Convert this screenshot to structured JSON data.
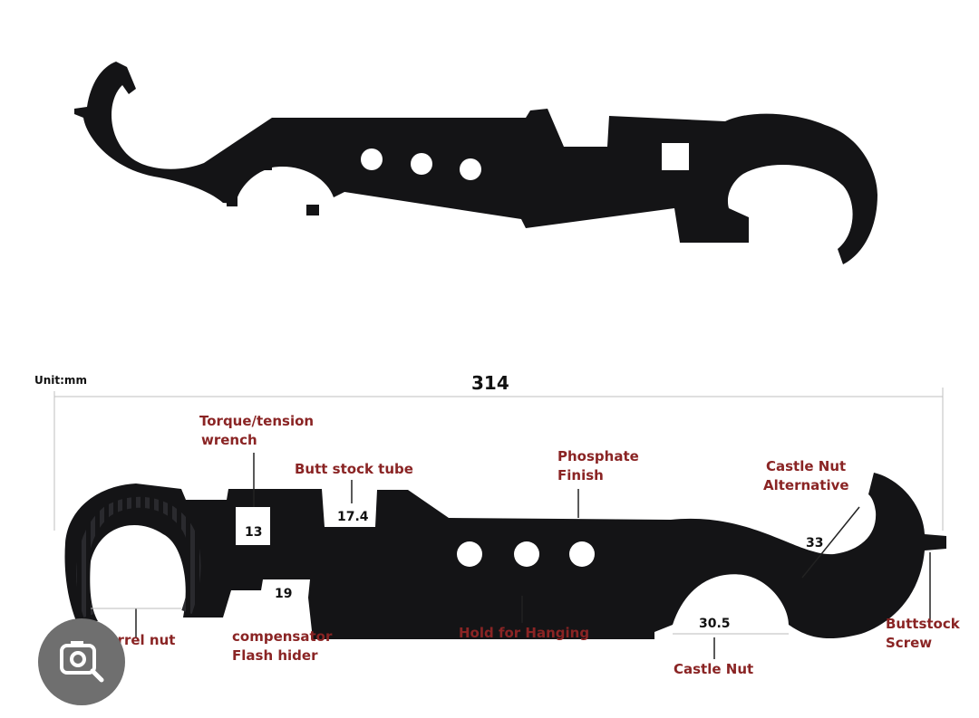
{
  "unit_label": "Unit:mm",
  "overall_length": "314",
  "callouts": {
    "torque_wrench": [
      "Torque/tension",
      "wrench"
    ],
    "butt_stock_tube": "Butt stock tube",
    "phosphate_finish": [
      "Phosphate",
      "Finish"
    ],
    "castle_nut_alternative": [
      "Castle Nut",
      "Alternative"
    ],
    "barrel_nut": "Barrel  nut",
    "compensator": [
      "compensator",
      "Flash hider"
    ],
    "hold_for_hanging": "Hold for Hanging",
    "castle_nut": "Castle Nut",
    "buttstock_screw": [
      "Buttstock",
      "Screw"
    ]
  },
  "dimensions": {
    "square": "13",
    "butt_tube": "17.4",
    "flash_hider": "19",
    "castle_alt": "33",
    "castle_nut": "30.5"
  },
  "colors": {
    "tool": "#141416",
    "label": "#8a2424",
    "dimension": "#111111"
  },
  "icons": {
    "lens_button": "camera-search-icon"
  }
}
